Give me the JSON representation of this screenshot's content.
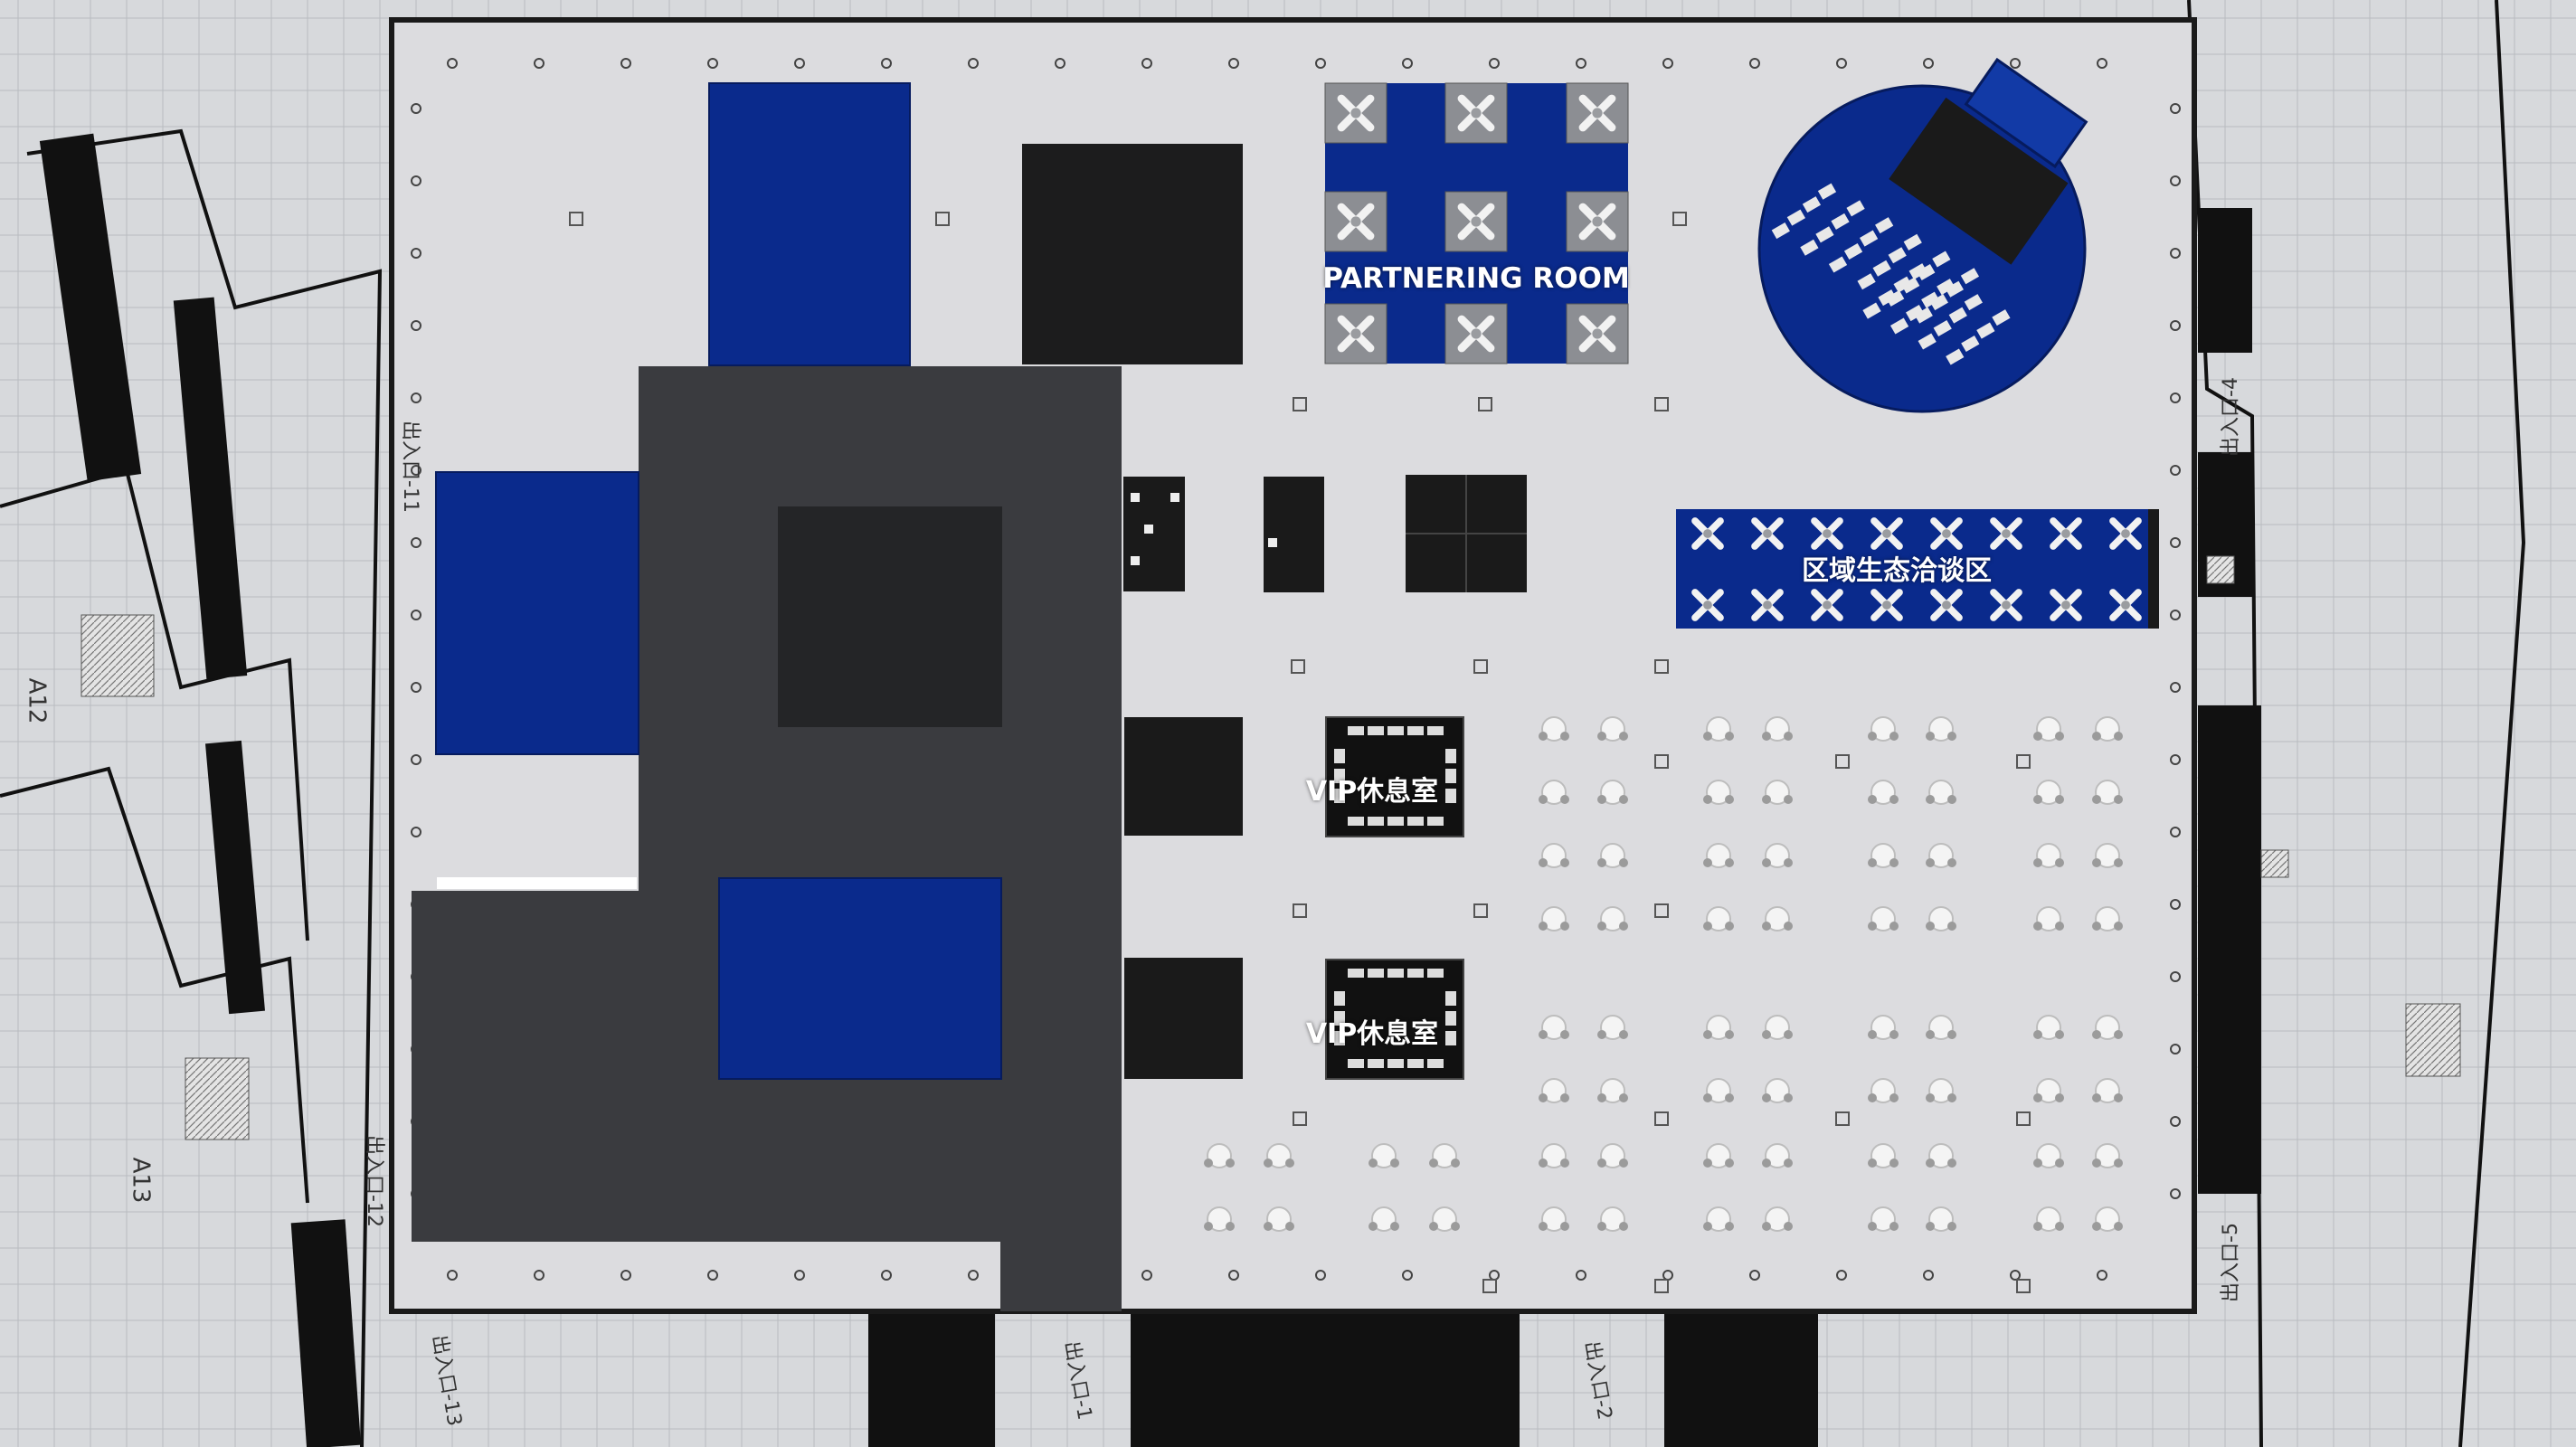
{
  "zones": {
    "partnering_room": "PARTNERING ROOM",
    "regional_ecology_area": "区域生态洽谈区",
    "vip_lounge_1": "VIP休息室",
    "vip_lounge_2": "VIP休息室"
  },
  "plan_labels": {
    "entrance_11": "出入口-11",
    "entrance_12": "出入口-12",
    "entrance_13": "出入口-13",
    "entrance_1": "出入口-1",
    "entrance_2": "出入口-2",
    "entrance_4": "出入口-4",
    "entrance_5": "出入口-5",
    "a12": "A12",
    "a13": "A13"
  },
  "colors": {
    "floor": "#dcdcdf",
    "brand_blue": "#0a2a8c",
    "dark_stage": "#3a3b3f",
    "black_booth": "#1a1a1a",
    "drawing_bg": "#d2d4d7"
  }
}
